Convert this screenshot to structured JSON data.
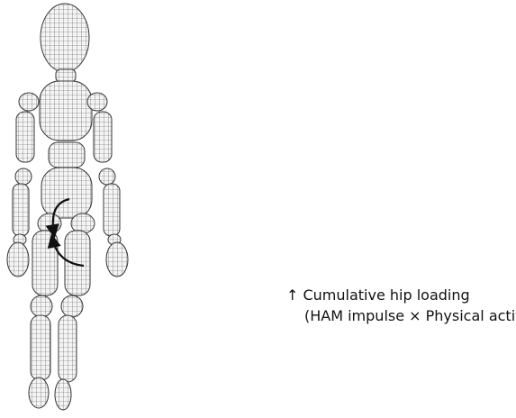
{
  "figure": {
    "subject": "wireframe-mannequin",
    "mesh_color": "#555555",
    "fill_color": "#f4f4f4",
    "arrow_color": "#111111",
    "arrow_icons": [
      "curved-arrow-down-icon",
      "curved-arrow-up-icon"
    ]
  },
  "caption": {
    "line1": "↑ Cumulative hip loading",
    "line2": "(HAM impulse  ×  Physical activity [steps/day])"
  }
}
